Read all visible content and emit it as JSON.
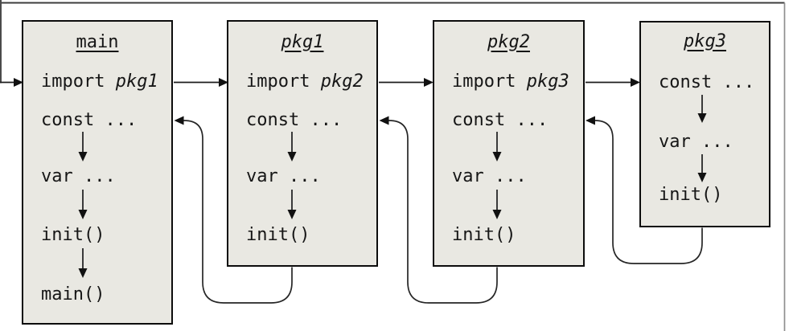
{
  "colors": {
    "box_fill": "#e9e8e2",
    "box_border": "#0c0c0c",
    "connector_line": "#1c1c1c",
    "frame_top": "#3d3d3d",
    "frame_side": "#8f8f8f",
    "background": "#ffffff"
  },
  "boxes": [
    {
      "title": "main",
      "import_keyword": "import",
      "import_target": "pkg1",
      "steps": [
        "const ...",
        "var ...",
        "init()",
        "main()"
      ]
    },
    {
      "title": "pkg1",
      "import_keyword": "import",
      "import_target": "pkg2",
      "steps": [
        "const ...",
        "var ...",
        "init()"
      ]
    },
    {
      "title": "pkg2",
      "import_keyword": "import",
      "import_target": "pkg3",
      "steps": [
        "const ...",
        "var ...",
        "init()"
      ]
    },
    {
      "title": "pkg3",
      "steps": [
        "const ...",
        "var ...",
        "init()"
      ]
    }
  ]
}
